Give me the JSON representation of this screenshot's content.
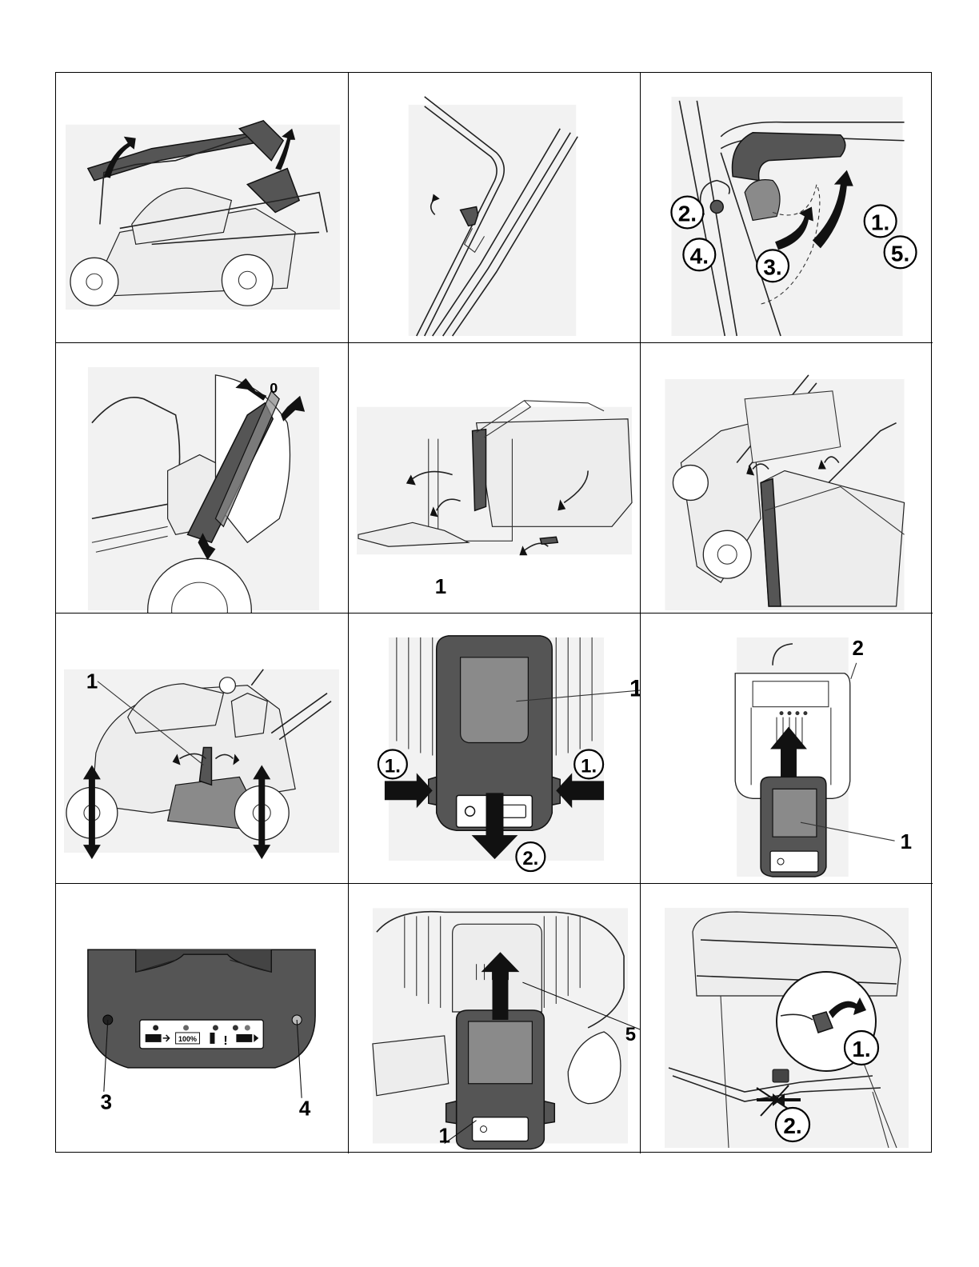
{
  "panels": [
    {
      "id": 1,
      "labels": []
    },
    {
      "id": 2,
      "labels": []
    },
    {
      "id": 3,
      "labels": [
        "1.",
        "2.",
        "3.",
        "4.",
        "5."
      ]
    },
    {
      "id": 4,
      "labels": [
        "0"
      ]
    },
    {
      "id": 5,
      "labels": [
        "1"
      ]
    },
    {
      "id": 6,
      "labels": []
    },
    {
      "id": 7,
      "labels": [
        "1"
      ]
    },
    {
      "id": 8,
      "labels": [
        "1",
        "1.",
        "1.",
        "2."
      ]
    },
    {
      "id": 9,
      "labels": [
        "2",
        "1"
      ]
    },
    {
      "id": 10,
      "labels": [
        "3",
        "4"
      ],
      "indicator": {
        "charge_label": "100%",
        "alert": "!"
      }
    },
    {
      "id": 11,
      "labels": [
        "5",
        "1"
      ]
    },
    {
      "id": 12,
      "labels": [
        "1.",
        "2."
      ]
    }
  ]
}
